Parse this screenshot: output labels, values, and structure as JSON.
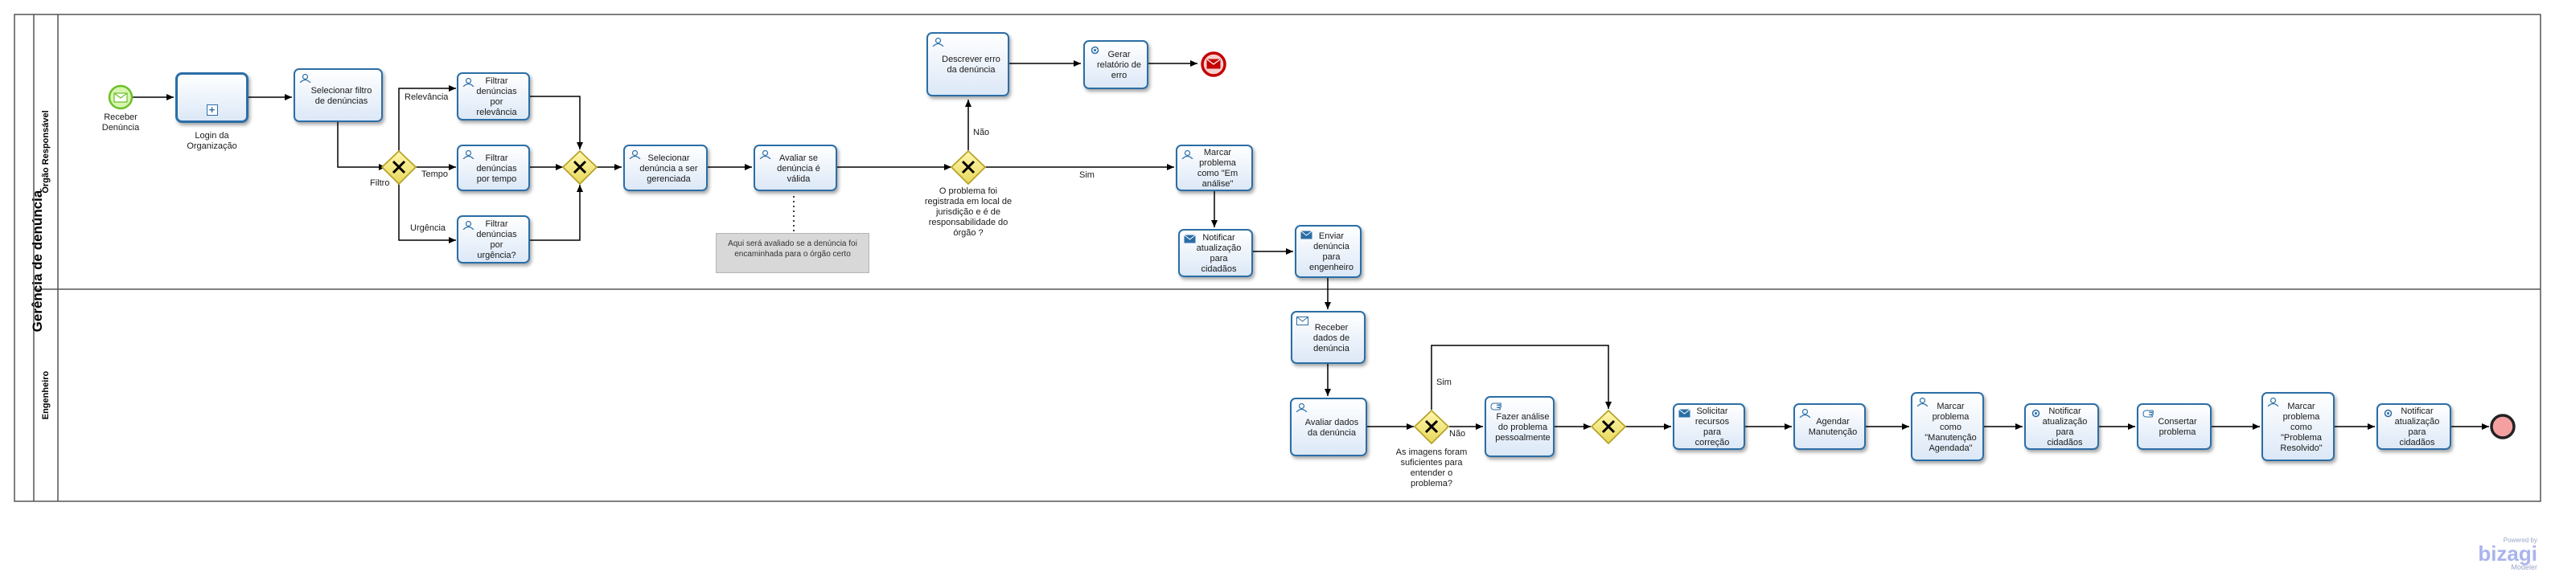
{
  "diagram": {
    "pool_title": "Gerência de denúncia",
    "lanes": [
      {
        "id": "lane-orgao",
        "title": "Órgão Responsável"
      },
      {
        "id": "lane-engenheiro",
        "title": "Engenheiro"
      }
    ],
    "events": {
      "start_label": "Receber Denúncia"
    },
    "subprocess_label": "Login da Organização",
    "tasks": {
      "selecionar_filtro": "Selecionar filtro de denúncias",
      "filtrar_relevancia": "Filtrar denúncias por relevância",
      "filtrar_tempo": "Filtrar denúncias por tempo",
      "filtrar_urgencia": "Filtrar denúncias por urgência?",
      "selecionar_denuncia": "Selecionar denúncia a ser gerenciada",
      "avaliar_denuncia": "Avaliar se denúncia é válida",
      "descrever_erro": "Descrever erro da denúncia",
      "gerar_relatorio": "Gerar relatório de erro",
      "marcar_em_analise": "Marcar problema como \"Em análise\"",
      "notificar_1": "Notificar atualização para cidadãos",
      "enviar_engenheiro": "Enviar denúncia para engenheiro",
      "receber_dados": "Receber dados de denúncia",
      "avaliar_dados": "Avaliar dados da denúncia",
      "fazer_analise": "Fazer análise do problema pessoalmente",
      "solicitar_recursos": "Solicitar recursos para correção",
      "agendar": "Agendar Manutenção",
      "marcar_agendada": "Marcar problema como \"Manutenção Agendada\"",
      "notificar_2": "Notificar atualização para cidadãos",
      "consertar": "Consertar problema",
      "marcar_resolvido": "Marcar problema como \"Problema Resolvido\"",
      "notificar_3": "Notificar atualização para cidadãos"
    },
    "gateway_labels": {
      "filtro": "Filtro",
      "jurisdicao": "O problema foi registrada em local de jurisdição e é de responsabilidade do órgão ?",
      "imagens": "As imagens foram suficientes para entender o problema?"
    },
    "flow_labels": {
      "relevancia": "Relevância",
      "tempo": "Tempo",
      "urgencia": "Urgência",
      "nao_1": "Não",
      "sim_1": "Sim",
      "sim_2": "Sim",
      "nao_2": "Não"
    },
    "annotation": "Aqui será avaliado se a denúncia foi encaminhada para o órgão certo"
  },
  "branding": {
    "powered_by": "Powered by",
    "brand": "bizagi",
    "product": "Modeler"
  },
  "colors": {
    "task_border": "#2b6ea6",
    "gateway_fill": "#f0e68c",
    "start_event": "#7ed321",
    "end_event": "#e8303a",
    "annotation_fill": "#d8d8d8"
  }
}
